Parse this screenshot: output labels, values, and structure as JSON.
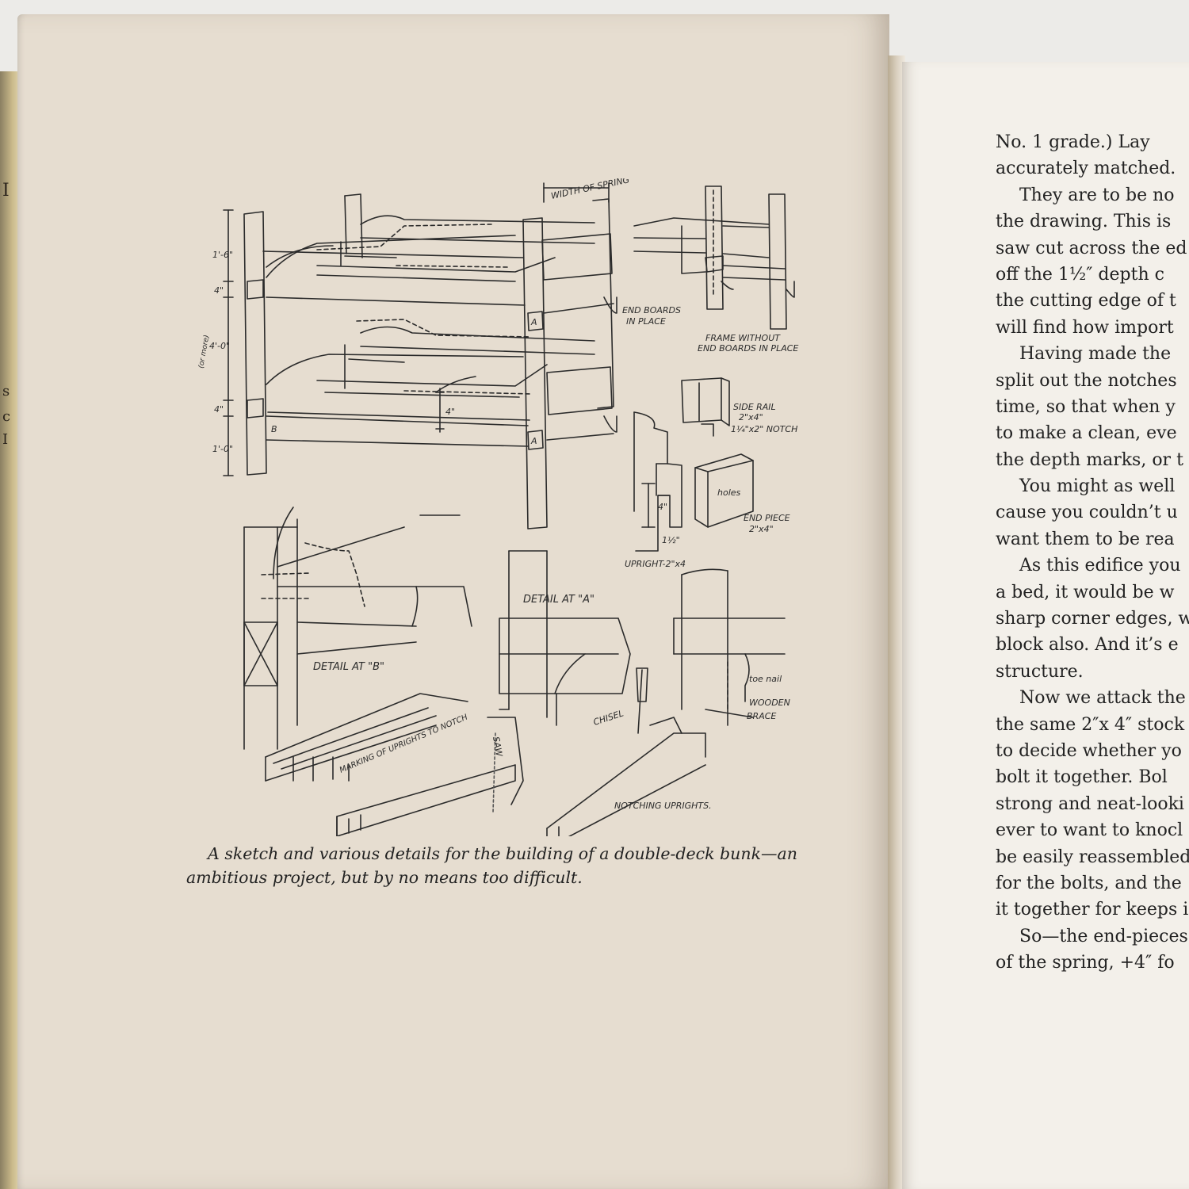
{
  "edge_text": [
    "I",
    "s",
    "c",
    "I"
  ],
  "right_page_lines": [
    {
      "text": "No. 1 grade.) Lay",
      "indent": false
    },
    {
      "text": "accurately matched.",
      "indent": false
    },
    {
      "text": "They are to be no",
      "indent": true
    },
    {
      "text": "the drawing. This is",
      "indent": false
    },
    {
      "text": "saw cut across the ed",
      "indent": false
    },
    {
      "text": "off the 1½″ depth c",
      "indent": false
    },
    {
      "text": "the cutting edge of t",
      "indent": false
    },
    {
      "text": "will find how import",
      "indent": false
    },
    {
      "text": "Having made the",
      "indent": true
    },
    {
      "text": "split out the notches",
      "indent": false
    },
    {
      "text": "time, so that when y",
      "indent": false
    },
    {
      "text": "to make a clean, eve",
      "indent": false
    },
    {
      "text": "the depth marks, or t",
      "indent": false
    },
    {
      "text": "You might as well",
      "indent": true
    },
    {
      "text": "cause you couldn’t u",
      "indent": false
    },
    {
      "text": "want them to be rea",
      "indent": false
    },
    {
      "text": "As this edifice you",
      "indent": true
    },
    {
      "text": "a bed, it would be w",
      "indent": false
    },
    {
      "text": "sharp corner edges, w",
      "indent": false
    },
    {
      "text": "block also. And it’s e",
      "indent": false
    },
    {
      "text": "structure.",
      "indent": false
    },
    {
      "text": "Now we attack the",
      "indent": true
    },
    {
      "text": "the same 2″x 4″ stock",
      "indent": false
    },
    {
      "text": "to decide whether yo",
      "indent": false
    },
    {
      "text": "bolt it together. Bol",
      "indent": false
    },
    {
      "text": "strong and neat-looki",
      "indent": false
    },
    {
      "text": "ever to want to knocl",
      "indent": false
    },
    {
      "text": "be easily reassembled",
      "indent": false
    },
    {
      "text": "for the bolts, and the",
      "indent": false
    },
    {
      "text": "it together for keeps i",
      "indent": false
    },
    {
      "text": "So—the end-pieces",
      "indent": true
    },
    {
      "text": "of the spring, +4″ fo",
      "indent": false
    }
  ],
  "illustration_labels": {
    "width_of_spring": "WIDTH OF SPRING",
    "end_boards": "END BOARDS",
    "in_place": "IN PLACE",
    "frame_without": "FRAME WITHOUT",
    "end_boards_in_place": "END BOARDS IN PLACE",
    "side_rail": "SIDE RAIL",
    "side_rail_size": "2\"x4\"",
    "notch": "1¼\"x2\" NOTCH",
    "holes": "holes",
    "end_piece": "END PIECE",
    "end_piece_size": "2\"x4\"",
    "upright": "UPRIGHT-2\"x4",
    "detail_a": "DETAIL AT \"A\"",
    "detail_b": "DETAIL AT \"B\"",
    "toe_nail": "toe nail",
    "wooden": "WOODEN",
    "brace": "BRACE",
    "marking": "MARKING OF UPRIGHTS TO NOTCH",
    "chisel": "CHISEL",
    "saw": "SAW",
    "notching": "NOTCHING UPRIGHTS.",
    "mark_a": "A",
    "mark_b": "B",
    "dim_1_6": "1'-6\"",
    "dim_4a": "4\"",
    "dim_4_0": "4'-0\"",
    "dim_or_more": "(or more)",
    "dim_4b": "4\"",
    "dim_1_0": "1'-0\"",
    "dim_4c": "4\"",
    "dim_4d": "4\"",
    "dim_1_half": "1½\""
  },
  "caption": {
    "line1": "A sketch and various details for the building of a double-deck bunk—an",
    "line2": "ambitious project, but by no means too difficult."
  }
}
